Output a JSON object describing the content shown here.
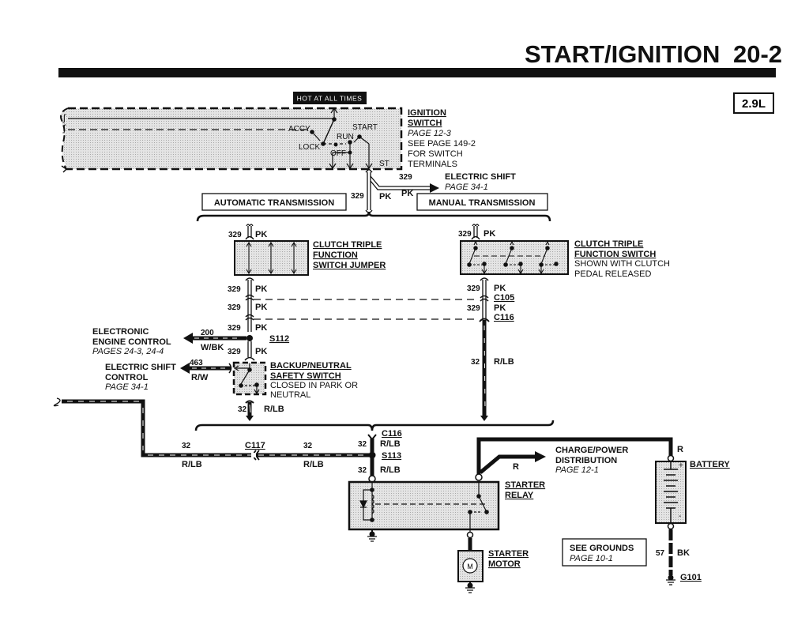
{
  "header": {
    "title": "START/IGNITION",
    "page_number": "20-2",
    "engine_badge": "2.9L"
  },
  "ignition_switch": {
    "hot_label": "HOT AT ALL TIMES",
    "name_line1": "IGNITION",
    "name_line2": "SWITCH",
    "ref_page": "PAGE 12-3",
    "see_line1": "SEE PAGE 149-2",
    "see_line2": "FOR SWITCH",
    "see_line3": "TERMINALS",
    "positions": {
      "accy": "ACCY",
      "lock": "LOCK",
      "off": "OFF",
      "run": "RUN",
      "start": "START",
      "st": "ST"
    }
  },
  "electric_shift_top": {
    "circuit": "329",
    "color": "PK",
    "title": "ELECTRIC SHIFT",
    "page": "PAGE 34-1"
  },
  "branches": {
    "automatic": "AUTOMATIC TRANSMISSION",
    "manual": "MANUAL TRANSMISSION"
  },
  "main_feed": {
    "circuit": "329",
    "color": "PK"
  },
  "auto_branch": {
    "in_circuit": "329",
    "in_color": "PK",
    "jumper_line1": "CLUTCH TRIPLE",
    "jumper_line2": "FUNCTION",
    "jumper_line3": "SWITCH JUMPER",
    "wires": [
      {
        "circuit": "329",
        "color": "PK"
      },
      {
        "circuit": "329",
        "color": "PK"
      },
      {
        "circuit": "329",
        "color": "PK"
      },
      {
        "circuit": "329",
        "color": "PK"
      }
    ],
    "splice": "S112",
    "out_wire": {
      "circuit": "32",
      "color": "R/LB"
    }
  },
  "manual_branch": {
    "in_circuit": "329",
    "in_color": "PK",
    "switch_line1": "CLUTCH TRIPLE",
    "switch_line2": "FUNCTION SWITCH",
    "switch_line3": "SHOWN WITH CLUTCH",
    "switch_line4": "PEDAL RELEASED",
    "wires": [
      {
        "circuit": "329",
        "color": "PK",
        "connector": "C105"
      },
      {
        "circuit": "329",
        "color": "PK",
        "connector": "C116"
      }
    ],
    "out_wire": {
      "circuit": "32",
      "color": "R/LB"
    }
  },
  "eec": {
    "line1": "ELECTRONIC",
    "line2": "ENGINE CONTROL",
    "pages": "PAGES 24-3, 24-4",
    "circuit": "200",
    "color": "W/BK"
  },
  "shift_control": {
    "line1": "ELECTRIC SHIFT",
    "line2": "CONTROL",
    "page": "PAGE 34-1",
    "circuit": "463",
    "color": "R/W"
  },
  "backup_switch": {
    "line1": "BACKUP/NEUTRAL",
    "line2": "SAFETY SWITCH",
    "line3": "CLOSED IN PARK OR",
    "line4": "NEUTRAL"
  },
  "lower": {
    "c116": "C116",
    "c116_circuit": "32",
    "c116_color": "R/LB",
    "s113": "S113",
    "relay_feed_circuit": "32",
    "relay_feed_color": "R/LB",
    "c117": "C117",
    "left_wire_circuit": "32",
    "left_wire_color": "R/LB",
    "mid_wire_circuit": "32",
    "mid_wire_color": "R/LB"
  },
  "starter_relay": {
    "line1": "STARTER",
    "line2": "RELAY"
  },
  "starter_motor": {
    "line1": "STARTER",
    "line2": "MOTOR",
    "symbol": "M"
  },
  "charge": {
    "line1": "CHARGE/POWER",
    "line2": "DISTRIBUTION",
    "page": "PAGE 12-1",
    "color": "R"
  },
  "battery": {
    "label": "BATTERY",
    "wire_color": "R",
    "plus": "+",
    "minus": "-",
    "ground_circuit": "57",
    "ground_color": "BK",
    "ground_id": "G101"
  },
  "grounds_note": {
    "line1": "SEE GROUNDS",
    "line2": "PAGE 10-1"
  }
}
